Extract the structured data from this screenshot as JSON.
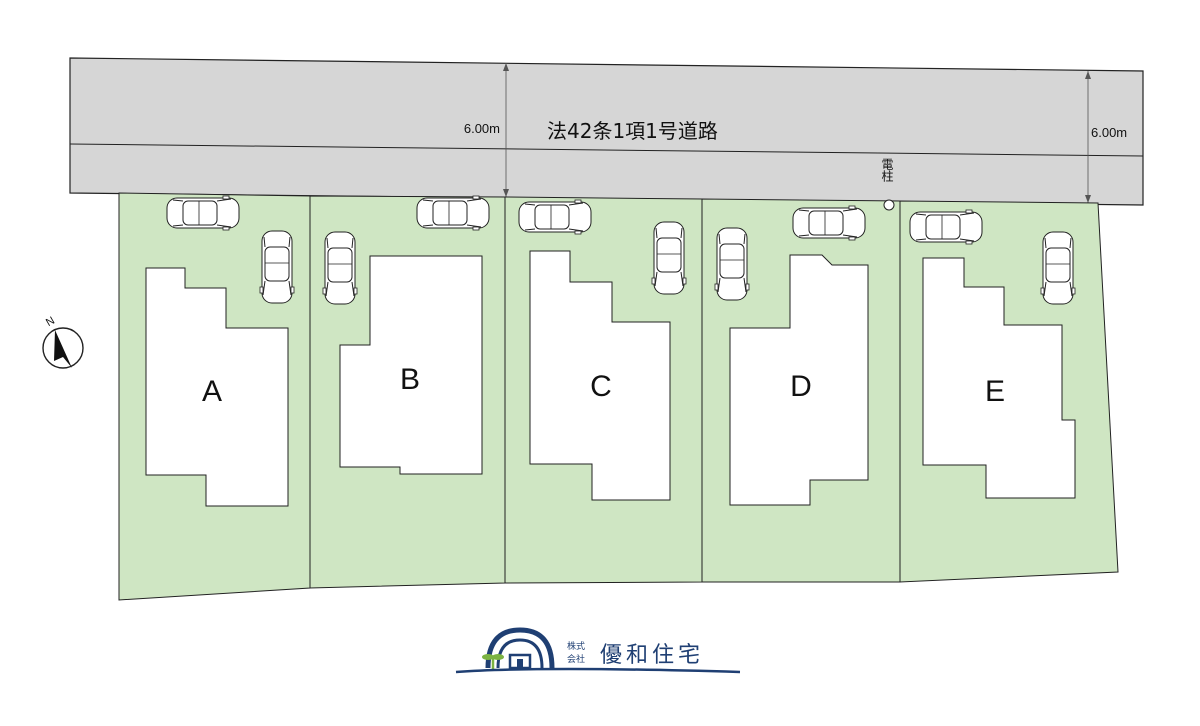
{
  "colors": {
    "road": "#d6d6d6",
    "lot": "#cfe6c3",
    "line": "#222222",
    "logo_navy": "#1f3f73",
    "logo_green": "#7cb342"
  },
  "road": {
    "label": "法42条1項1号道路",
    "width_left": "6.00m",
    "width_right": "6.00m"
  },
  "pole": {
    "label": "電柱"
  },
  "north": {
    "label": "N"
  },
  "lots": [
    {
      "id": "A",
      "label": "A"
    },
    {
      "id": "B",
      "label": "B"
    },
    {
      "id": "C",
      "label": "C"
    },
    {
      "id": "D",
      "label": "D"
    },
    {
      "id": "E",
      "label": "E"
    }
  ],
  "logo": {
    "kabushiki": "株式",
    "kaisha": "会社",
    "name": "優和住宅"
  }
}
